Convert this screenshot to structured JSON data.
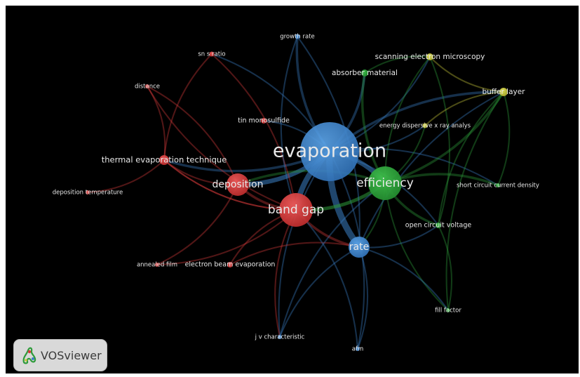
{
  "colors": {
    "background": "#000000",
    "red": "#d63a3a",
    "blue": "#3b7fc4",
    "green": "#2e9b3a",
    "yellow": "#c9c93a"
  },
  "nodes": [
    {
      "id": "evaporation",
      "label": "evaporation",
      "cluster": "blue",
      "weight": 1.0
    },
    {
      "id": "efficiency",
      "label": "efficiency",
      "cluster": "green",
      "weight": 0.55
    },
    {
      "id": "band_gap",
      "label": "band gap",
      "cluster": "red",
      "weight": 0.58
    },
    {
      "id": "deposition",
      "label": "deposition",
      "cluster": "red",
      "weight": 0.4
    },
    {
      "id": "rate",
      "label": "rate",
      "cluster": "blue",
      "weight": 0.38
    },
    {
      "id": "thermal_evaporation_technique",
      "label": "thermal evaporation technique",
      "cluster": "red",
      "weight": 0.2
    },
    {
      "id": "buffer_layer",
      "label": "buffer layer",
      "cluster": "yellow",
      "weight": 0.18
    },
    {
      "id": "absorber_material",
      "label": "absorber material",
      "cluster": "green",
      "weight": 0.16
    },
    {
      "id": "scanning_electron_microscopy",
      "label": "scanning electron microscopy",
      "cluster": "yellow",
      "weight": 0.16
    },
    {
      "id": "growth_rate",
      "label": "growth rate",
      "cluster": "blue",
      "weight": 0.1
    },
    {
      "id": "sn_s_ratio",
      "label": "sn s ratio",
      "cluster": "red",
      "weight": 0.1
    },
    {
      "id": "distance",
      "label": "distance",
      "cluster": "red",
      "weight": 0.1
    },
    {
      "id": "tin_monosulfide",
      "label": "tin monosulfide",
      "cluster": "red",
      "weight": 0.12
    },
    {
      "id": "energy_dispersive",
      "label": "energy dispersive x ray analys",
      "cluster": "yellow",
      "weight": 0.1
    },
    {
      "id": "deposition_temperature",
      "label": "deposition temperature",
      "cluster": "red",
      "weight": 0.1
    },
    {
      "id": "short_circuit",
      "label": "short circuit current density",
      "cluster": "green",
      "weight": 0.1
    },
    {
      "id": "open_circuit",
      "label": "open circuit voltage",
      "cluster": "green",
      "weight": 0.12
    },
    {
      "id": "annealed_film",
      "label": "annealed film",
      "cluster": "red",
      "weight": 0.1
    },
    {
      "id": "electron_beam",
      "label": "electron beam evaporation",
      "cluster": "red",
      "weight": 0.12
    },
    {
      "id": "fill_factor",
      "label": "fill factor",
      "cluster": "green",
      "weight": 0.1
    },
    {
      "id": "jv_characteristic",
      "label": "j v characteristic",
      "cluster": "blue",
      "weight": 0.1
    },
    {
      "id": "afm",
      "label": "afm",
      "cluster": "blue",
      "weight": 0.1
    }
  ],
  "edges": [
    {
      "a": "evaporation",
      "b": "efficiency",
      "w": 4
    },
    {
      "a": "evaporation",
      "b": "band_gap",
      "w": 5
    },
    {
      "a": "evaporation",
      "b": "deposition",
      "w": 4
    },
    {
      "a": "evaporation",
      "b": "rate",
      "w": 6
    },
    {
      "a": "evaporation",
      "b": "growth_rate",
      "w": 2
    },
    {
      "a": "evaporation",
      "b": "absorber_material",
      "w": 2
    },
    {
      "a": "evaporation",
      "b": "buffer_layer",
      "w": 2
    },
    {
      "a": "evaporation",
      "b": "scanning_electron_microscopy",
      "w": 1
    },
    {
      "a": "evaporation",
      "b": "thermal_evaporation_technique",
      "w": 2
    },
    {
      "a": "evaporation",
      "b": "tin_monosulfide",
      "w": 1
    },
    {
      "a": "evaporation",
      "b": "open_circuit",
      "w": 1
    },
    {
      "a": "evaporation",
      "b": "energy_dispersive",
      "w": 1
    },
    {
      "a": "evaporation",
      "b": "short_circuit",
      "w": 1
    },
    {
      "a": "evaporation",
      "b": "jv_characteristic",
      "w": 1
    },
    {
      "a": "evaporation",
      "b": "afm",
      "w": 1
    },
    {
      "a": "evaporation",
      "b": "sn_s_ratio",
      "w": 1
    },
    {
      "a": "efficiency",
      "b": "band_gap",
      "w": 3
    },
    {
      "a": "efficiency",
      "b": "buffer_layer",
      "w": 2
    },
    {
      "a": "efficiency",
      "b": "absorber_material",
      "w": 2
    },
    {
      "a": "efficiency",
      "b": "open_circuit",
      "w": 2
    },
    {
      "a": "efficiency",
      "b": "short_circuit",
      "w": 2
    },
    {
      "a": "efficiency",
      "b": "fill_factor",
      "w": 1
    },
    {
      "a": "efficiency",
      "b": "rate",
      "w": 1
    },
    {
      "a": "efficiency",
      "b": "deposition",
      "w": 2
    },
    {
      "a": "efficiency",
      "b": "scanning_electron_microscopy",
      "w": 1
    },
    {
      "a": "efficiency",
      "b": "energy_dispersive",
      "w": 1
    },
    {
      "a": "band_gap",
      "b": "deposition",
      "w": 2
    },
    {
      "a": "band_gap",
      "b": "rate",
      "w": 2
    },
    {
      "a": "band_gap",
      "b": "thermal_evaporation_technique",
      "w": 1
    },
    {
      "a": "band_gap",
      "b": "electron_beam",
      "w": 1
    },
    {
      "a": "band_gap",
      "b": "annealed_film",
      "w": 1
    },
    {
      "a": "band_gap",
      "b": "jv_characteristic",
      "w": 1
    },
    {
      "a": "deposition",
      "b": "thermal_evaporation_technique",
      "w": 1
    },
    {
      "a": "deposition",
      "b": "distance",
      "w": 1
    },
    {
      "a": "thermal_evaporation_technique",
      "b": "sn_s_ratio",
      "w": 1
    },
    {
      "a": "thermal_evaporation_technique",
      "b": "distance",
      "w": 1
    },
    {
      "a": "thermal_evaporation_technique",
      "b": "deposition_temperature",
      "w": 1
    },
    {
      "a": "thermal_evaporation_technique",
      "b": "band_gap",
      "w": 1
    },
    {
      "a": "sn_s_ratio",
      "b": "band_gap",
      "w": 1
    },
    {
      "a": "distance",
      "b": "band_gap",
      "w": 1
    },
    {
      "a": "rate",
      "b": "afm",
      "w": 1
    },
    {
      "a": "rate",
      "b": "jv_characteristic",
      "w": 1
    },
    {
      "a": "rate",
      "b": "fill_factor",
      "w": 1
    },
    {
      "a": "rate",
      "b": "open_circuit",
      "w": 1
    },
    {
      "a": "rate",
      "b": "buffer_layer",
      "w": 1
    },
    {
      "a": "rate",
      "b": "growth_rate",
      "w": 1
    },
    {
      "a": "open_circuit",
      "b": "buffer_layer",
      "w": 1
    },
    {
      "a": "open_circuit",
      "b": "scanning_electron_microscopy",
      "w": 1
    },
    {
      "a": "open_circuit",
      "b": "fill_factor",
      "w": 1
    },
    {
      "a": "short_circuit",
      "b": "buffer_layer",
      "w": 1
    },
    {
      "a": "absorber_material",
      "b": "scanning_electron_microscopy",
      "w": 1
    },
    {
      "a": "scanning_electron_microscopy",
      "b": "buffer_layer",
      "w": 1
    },
    {
      "a": "energy_dispersive",
      "b": "buffer_layer",
      "w": 1
    },
    {
      "a": "growth_rate",
      "b": "band_gap",
      "w": 1
    },
    {
      "a": "electron_beam",
      "b": "rate",
      "w": 1
    },
    {
      "a": "annealed_film",
      "b": "deposition",
      "w": 1
    },
    {
      "a": "jv_characteristic",
      "b": "efficiency",
      "w": 1
    },
    {
      "a": "afm",
      "b": "band_gap",
      "w": 1
    },
    {
      "a": "fill_factor",
      "b": "buffer_layer",
      "w": 1
    }
  ],
  "badge": {
    "text": "VOSviewer",
    "icon": "vosviewer-logo-icon"
  }
}
